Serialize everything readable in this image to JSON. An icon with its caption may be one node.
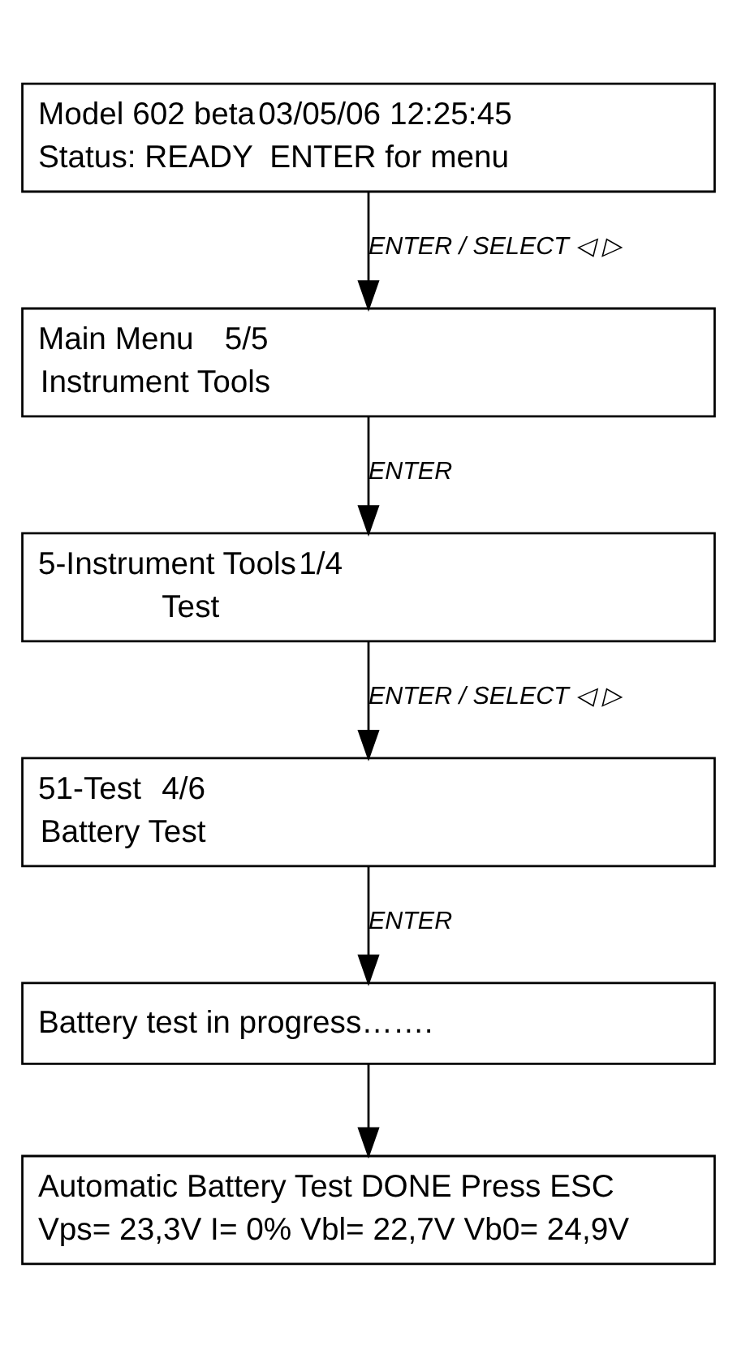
{
  "diagram": {
    "nodes": [
      {
        "text": [
          "Model 602 beta",
          "03/05/06 12:25:45",
          "Status: READY",
          "ENTER for menu"
        ]
      },
      {
        "text": [
          "Main Menu",
          "5/5",
          "Instrument Tools"
        ]
      },
      {
        "text": [
          "5-Instrument Tools",
          "1/4",
          "Test"
        ]
      },
      {
        "text": [
          "51-Test",
          "4/6",
          "Battery Test"
        ]
      },
      {
        "text": [
          "Battery test in progress……."
        ]
      },
      {
        "text": [
          "Automatic Battery Test DONE Press ESC",
          "Vps= 23,3V I= 0% Vbl= 22,7V Vb0= 24,9V"
        ]
      }
    ],
    "edges": [
      {
        "from": 0,
        "to": 1,
        "arrow": "to",
        "label": "ENTER / SELECT ◁ ▷"
      },
      {
        "from": 1,
        "to": 2,
        "arrow": "to",
        "label": "ENTER"
      },
      {
        "from": 2,
        "to": 3,
        "arrow": "to",
        "label": "ENTER / SELECT ◁ ▷"
      },
      {
        "from": 3,
        "to": 4,
        "arrow": "to",
        "label": "ENTER"
      },
      {
        "from": 4,
        "to": 5,
        "arrow": "to"
      }
    ]
  }
}
